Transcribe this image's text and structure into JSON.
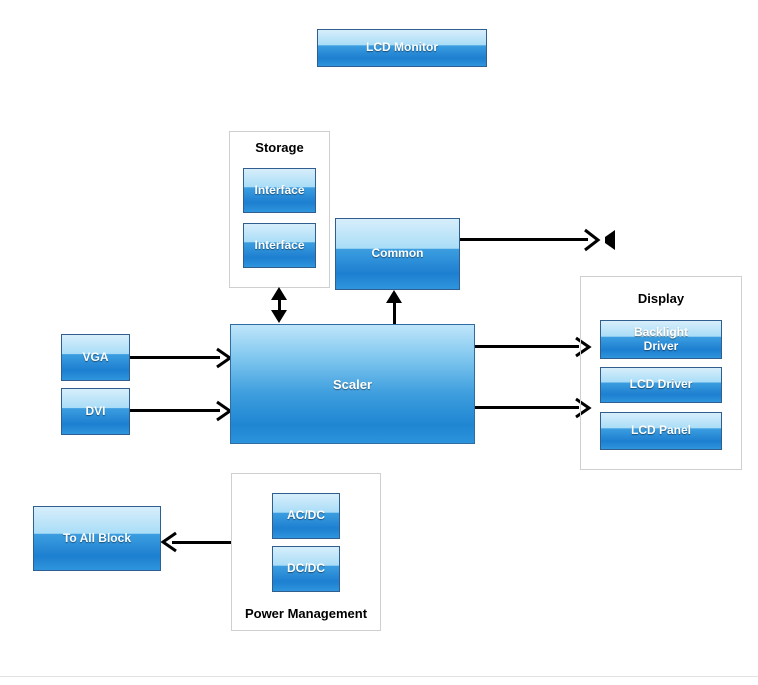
{
  "diagram": {
    "title_block": {
      "label": "LCD Monitor"
    },
    "blocks": {
      "vga": "VGA",
      "dvi": "DVI",
      "scaler": "Scaler",
      "common": "Common",
      "to_all_block": "To All Block",
      "interface_1": "Interface",
      "interface_2": "Interface",
      "backlight_driver": "Backlight\nDriver",
      "backlight_driver_line1": "Backlight",
      "backlight_driver_line2": "Driver",
      "lcd_driver": "LCD Driver",
      "lcd_panel": "LCD Panel",
      "ac_dc": "AC/DC",
      "dc_dc": "DC/DC"
    },
    "groups": {
      "storage": "Storage",
      "display": "Display",
      "power_management": "Power Management"
    },
    "icons": {
      "speaker": "speaker-icon"
    },
    "colors": {
      "block_top": "#d7eefb",
      "block_bottom": "#1d7fd0",
      "block_border": "#2f5e8f",
      "group_border": "#cfcfcf",
      "connector": "#000000",
      "background": "#ffffff",
      "divider": "#e2e2e2"
    }
  }
}
